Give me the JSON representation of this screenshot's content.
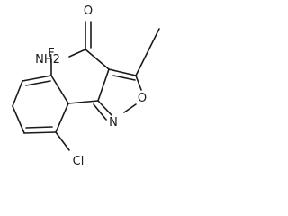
{
  "molecule": {
    "atoms": {
      "amide_oxygen": "O",
      "amide_nitrogen": "NH2",
      "ring_oxygen": "O",
      "ring_nitrogen": "N",
      "fluorine": "F",
      "chlorine": "Cl"
    }
  }
}
